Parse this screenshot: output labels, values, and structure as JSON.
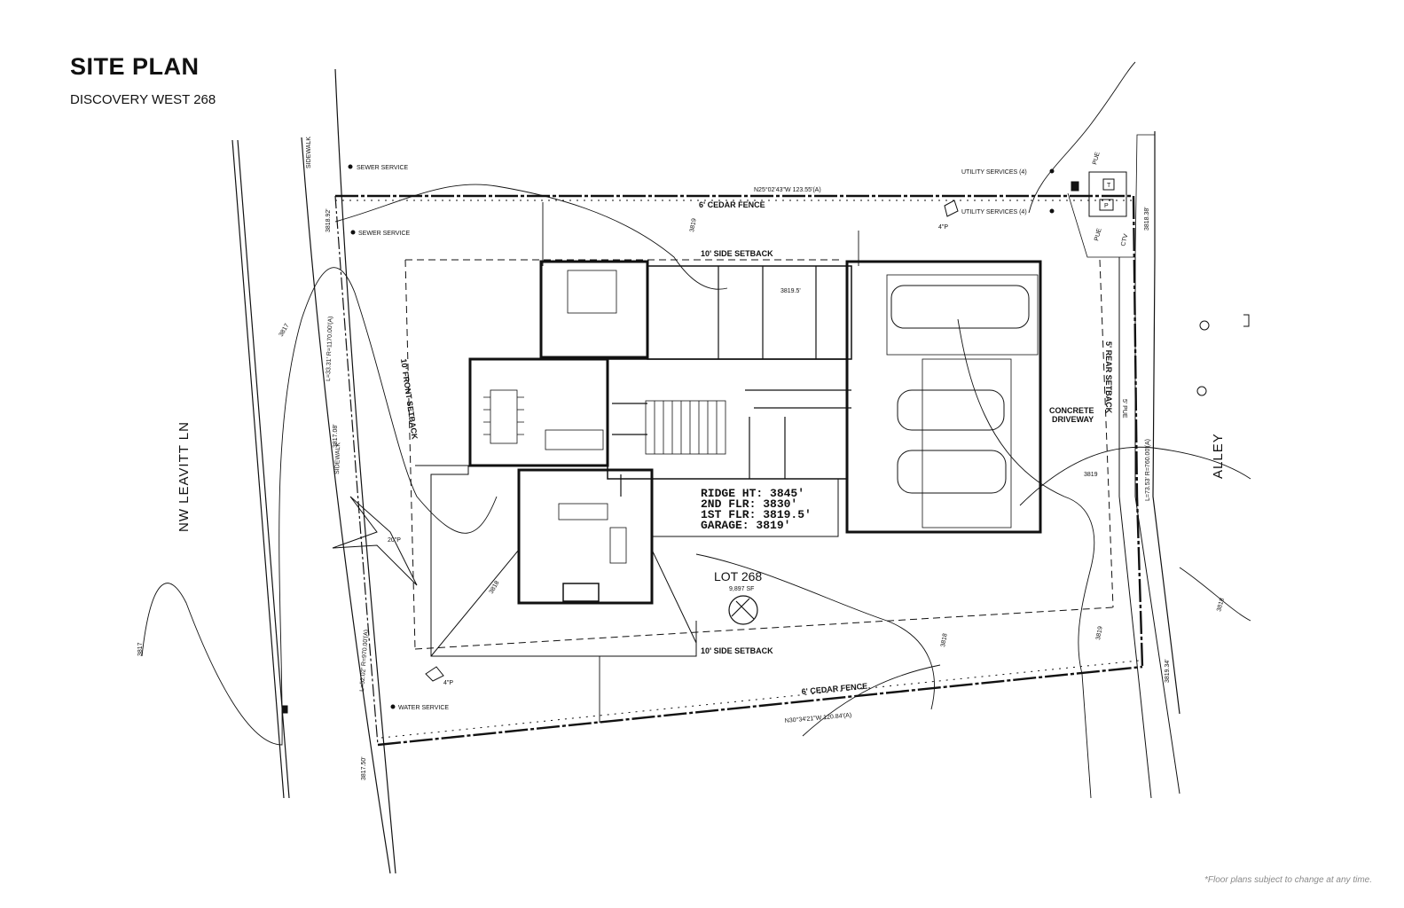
{
  "header": {
    "title": "SITE PLAN",
    "subtitle": "DISCOVERY WEST 268"
  },
  "footnote": "*Floor plans subject to change at any time.",
  "streets": {
    "front": "NW LEAVITT LN",
    "rear": "ALLEY"
  },
  "lot": {
    "name": "LOT 268",
    "area": "9,897 SF"
  },
  "elevations": {
    "ridge": "RIDGE HT: 3845'",
    "second_floor": "2ND FLR: 3830'",
    "first_floor": "1ST FLR: 3819.5'",
    "garage": "GARAGE: 3819'"
  },
  "setbacks": {
    "side_top": "10' SIDE SETBACK",
    "side_bottom": "10' SIDE SETBACK",
    "front": "10' FRONT SETBACK",
    "rear": "5' REAR SETBACK"
  },
  "fences": {
    "top": "6' CEDAR FENCE",
    "bottom": "6' CEDAR FENCE"
  },
  "bearings": {
    "top": "N25°02'43\"W  123.55'(A)",
    "bottom": "N30°34'21\"W  120.84'(A)",
    "front_curve_1": "L=33.31'  R=1170.00'(A)",
    "front_curve_2": "L=52.02'  R=970.00'(A)",
    "rear_curve": "L=73.53'  R=760.00'(A)"
  },
  "utilities": {
    "sewer_1": "SEWER SERVICE",
    "sewer_2": "SEWER SERVICE",
    "water": "WATER SERVICE",
    "utility_1": "UTILITY SERVICES (4)",
    "utility_2": "UTILITY SERVICES (4)",
    "pue_1": "PUE",
    "pue_2": "PUE",
    "pue_3": "5' PUE",
    "pue_box": "P",
    "transformer": "T",
    "ctv": "CTV"
  },
  "sidewalk": {
    "label_1": "SIDEWALK",
    "label_2": "SIDEWALK"
  },
  "driveway": {
    "line1": "CONCRETE",
    "line2": "DRIVEWAY"
  },
  "contours": {
    "c1": "3817",
    "c2": "3817",
    "c3": "3819",
    "c4": "3819",
    "c5": "3818",
    "c6": "3818",
    "c7": "3819",
    "c8": "3818"
  },
  "spot_elevations": {
    "s1": "3818.92'",
    "s2": "3817.08'",
    "s3": "3817.50'",
    "s4": "3818.38'",
    "s5": "3819.34'",
    "s6": "3819.5'"
  },
  "trees": {
    "t1": "20\"P",
    "t2": "4\"P",
    "t3": "4\"P"
  }
}
